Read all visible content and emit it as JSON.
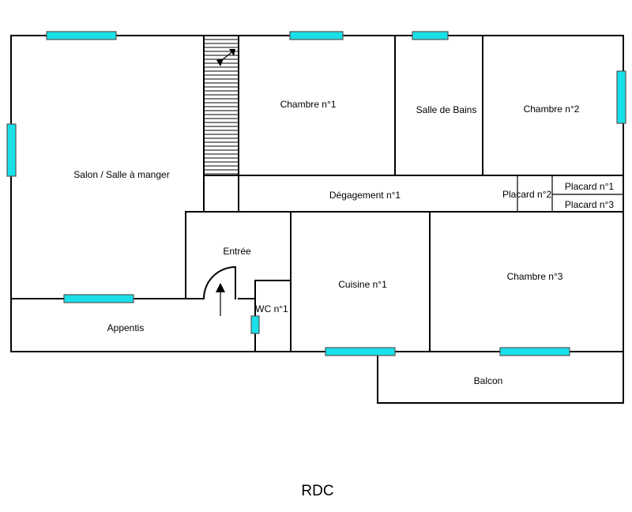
{
  "plan": {
    "title": "RDC",
    "rooms": {
      "salon": "Salon / Salle à manger",
      "chambre1": "Chambre n°1",
      "salle_de_bains": "Salle de Bains",
      "chambre2": "Chambre n°2",
      "degagement": "Dégagement n°1",
      "placard1": "Placard n°1",
      "placard2": "Placard n°2",
      "placard3": "Placard n°3",
      "entree": "Entrée",
      "cuisine": "Cuisine n°1",
      "chambre3": "Chambre n°3",
      "wc": "WC n°1",
      "appentis": "Appentis",
      "balcon": "Balcon"
    },
    "colors": {
      "window": "#19e0e8",
      "wall": "#000000"
    }
  }
}
